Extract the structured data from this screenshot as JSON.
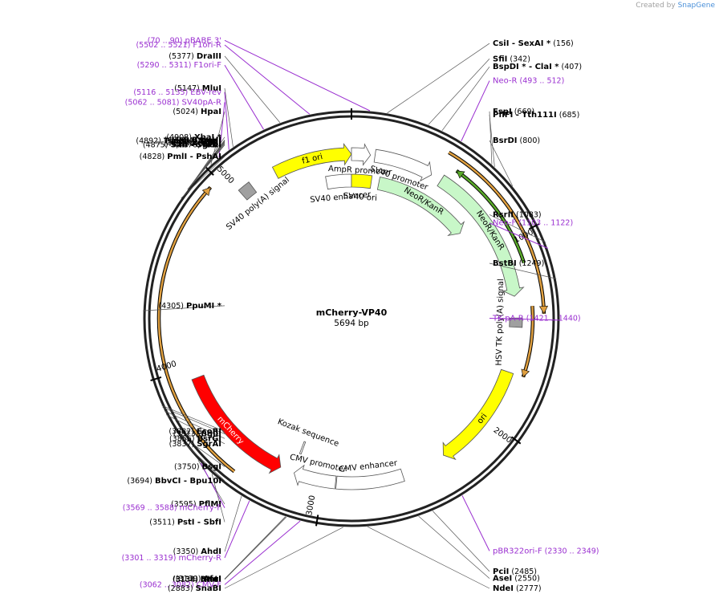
{
  "credit": {
    "prefix": "Created by",
    "brand": "SnapGene"
  },
  "plasmid": {
    "name": "mCherry-VP40",
    "length_text": "5694 bp",
    "length": 5694
  },
  "ticks": [
    {
      "bp": 0,
      "label": ""
    },
    {
      "bp": 1000,
      "label": "1000"
    },
    {
      "bp": 2000,
      "label": "2000"
    },
    {
      "bp": 3000,
      "label": "3000"
    },
    {
      "bp": 4000,
      "label": "4000"
    },
    {
      "bp": 5000,
      "label": "5000"
    }
  ],
  "right_labels": [
    {
      "type": "enzyme",
      "parts": [
        "CsiI",
        "- SexAI *"
      ],
      "pos": "(156)",
      "bp": 156
    },
    {
      "type": "enzyme",
      "parts": [
        "SfiI"
      ],
      "pos": "(342)",
      "bp": 342
    },
    {
      "type": "enzyme",
      "parts": [
        "BspDI *",
        "- ClaI *"
      ],
      "pos": "(407)",
      "bp": 407
    },
    {
      "type": "primer",
      "parts": [
        "Neo-R"
      ],
      "pos": "(493 .. 512)",
      "bp": 502
    },
    {
      "type": "enzyme",
      "parts": [
        "FspI"
      ],
      "pos": "(669)",
      "bp": 669
    },
    {
      "type": "enzyme",
      "parts": [
        "PflFI",
        "- Tth111I"
      ],
      "pos": "(685)",
      "bp": 685
    },
    {
      "type": "enzyme",
      "parts": [
        "BsrDI"
      ],
      "pos": "(800)",
      "bp": 800
    },
    {
      "type": "enzyme",
      "parts": [
        "RsrII"
      ],
      "pos": "(1083)",
      "bp": 1083
    },
    {
      "type": "primer",
      "parts": [
        "Neo-F"
      ],
      "pos": "(1103 .. 1122)",
      "bp": 1112
    },
    {
      "type": "enzyme",
      "parts": [
        "BstBI"
      ],
      "pos": "(1249)",
      "bp": 1249
    },
    {
      "type": "primer",
      "parts": [
        "TK-pA-R"
      ],
      "pos": "(1421 .. 1440)",
      "bp": 1430
    },
    {
      "type": "primer",
      "parts": [
        "pBR322ori-F"
      ],
      "pos": "(2330 .. 2349)",
      "bp": 2340
    },
    {
      "type": "enzyme",
      "parts": [
        "PciI"
      ],
      "pos": "(2485)",
      "bp": 2485
    },
    {
      "type": "enzyme",
      "parts": [
        "AseI"
      ],
      "pos": "(2550)",
      "bp": 2550
    },
    {
      "type": "enzyme",
      "parts": [
        "NdeI"
      ],
      "pos": "(2777)",
      "bp": 2777
    }
  ],
  "left_labels": [
    {
      "type": "primer",
      "parts": [
        "pBABE 3'"
      ],
      "pos": "(70 .. 90)",
      "bp": 80
    },
    {
      "type": "primer",
      "parts": [
        "F1ori-R"
      ],
      "pos": "(5502 .. 5521)",
      "bp": 5511
    },
    {
      "type": "enzyme",
      "parts": [
        "DraIII"
      ],
      "pos": "(5377)",
      "bp": 5377
    },
    {
      "type": "primer",
      "parts": [
        "F1ori-F"
      ],
      "pos": "(5290 .. 5311)",
      "bp": 5300
    },
    {
      "type": "enzyme",
      "parts": [
        "MluI"
      ],
      "pos": "(5147)",
      "bp": 5147
    },
    {
      "type": "primer",
      "parts": [
        "EBV-rev"
      ],
      "pos": "(5116 .. 5135)",
      "bp": 5125
    },
    {
      "type": "primer",
      "parts": [
        "SV40pA-R"
      ],
      "pos": "(5062 .. 5081)",
      "bp": 5071
    },
    {
      "type": "enzyme",
      "parts": [
        "HpaI"
      ],
      "pos": "(5024)",
      "bp": 5024
    },
    {
      "type": "enzyme",
      "parts": [
        "XbaI *"
      ],
      "pos": "(4908)",
      "bp": 4908
    },
    {
      "type": "enzyme",
      "parts": [
        "BamHI"
      ],
      "pos": "(4896)",
      "bp": 4896
    },
    {
      "type": "enzyme",
      "parts": [
        "SmaI"
      ],
      "pos": "(4894)",
      "bp": 4894
    },
    {
      "type": "enzyme",
      "parts": [
        "TspMI",
        "- XmaI"
      ],
      "pos": "(4892)",
      "bp": 4892
    },
    {
      "type": "enzyme",
      "parts": [
        "SacII"
      ],
      "pos": "(4888)",
      "bp": 4888
    },
    {
      "type": "enzyme",
      "parts": [
        "KpnI"
      ],
      "pos": "(4885)",
      "bp": 4885
    },
    {
      "type": "enzyme",
      "parts": [
        "Acc65I"
      ],
      "pos": "(4881)",
      "bp": 4881
    },
    {
      "type": "enzyme",
      "parts": [
        "AccI"
      ],
      "pos": "(4876)",
      "bp": 4876
    },
    {
      "type": "enzyme",
      "parts": [
        "SalI",
        "- SgrDI"
      ],
      "pos": "(4875)",
      "bp": 4875
    },
    {
      "type": "enzyme",
      "parts": [
        "PmlI",
        "- PshAI"
      ],
      "pos": "(4828)",
      "bp": 4828
    },
    {
      "type": "enzyme",
      "parts": [
        "PpuMI *"
      ],
      "pos": "(4305)",
      "bp": 4305
    },
    {
      "type": "enzyme",
      "parts": [
        "EcoRI"
      ],
      "pos": "(3882)",
      "bp": 3882
    },
    {
      "type": "enzyme",
      "parts": [
        "BglII"
      ],
      "pos": "(3873)",
      "bp": 3873
    },
    {
      "type": "enzyme",
      "parts": [
        "BsrGI"
      ],
      "pos": "(3856)",
      "bp": 3856
    },
    {
      "type": "enzyme",
      "parts": [
        "SgrAI"
      ],
      "pos": "(3837)",
      "bp": 3837
    },
    {
      "type": "enzyme",
      "parts": [
        "BsgI"
      ],
      "pos": "(3750)",
      "bp": 3750
    },
    {
      "type": "enzyme",
      "parts": [
        "BbvCI",
        "- Bpu10I"
      ],
      "pos": "(3694)",
      "bp": 3694
    },
    {
      "type": "enzyme",
      "parts": [
        "PflMI"
      ],
      "pos": "(3595)",
      "bp": 3595
    },
    {
      "type": "primer",
      "parts": [
        "mCherry-F"
      ],
      "pos": "(3569 .. 3588)",
      "bp": 3578
    },
    {
      "type": "enzyme",
      "parts": [
        "PstI",
        "- SbfI"
      ],
      "pos": "(3511)",
      "bp": 3511
    },
    {
      "type": "enzyme",
      "parts": [
        "AhdI"
      ],
      "pos": "(3350)",
      "bp": 3350
    },
    {
      "type": "primer",
      "parts": [
        "mCherry-R"
      ],
      "pos": "(3301 .. 3319)",
      "bp": 3310
    },
    {
      "type": "enzyme",
      "parts": [
        "AfeI"
      ],
      "pos": "(3139)",
      "bp": 3139
    },
    {
      "type": "enzyme",
      "parts": [
        "BmtI"
      ],
      "pos": "(3138)",
      "bp": 3138
    },
    {
      "type": "enzyme",
      "parts": [
        "NheI"
      ],
      "pos": "(3134)",
      "bp": 3134
    },
    {
      "type": "primer",
      "parts": [
        "CMV-F"
      ],
      "pos": "(3062 .. 3082)",
      "bp": 3072
    },
    {
      "type": "enzyme",
      "parts": [
        "SnaBI"
      ],
      "pos": "(2883)",
      "bp": 2883
    }
  ],
  "features": [
    {
      "name": "f1 ori",
      "label": "f1 ori",
      "kind": "arrow",
      "dir": 1,
      "start": 5258,
      "end": 5694,
      "lane": 0,
      "color": "#ffff00",
      "label_mode": "inside"
    },
    {
      "name": "AmpR promoter",
      "label": "AmpR promoter",
      "kind": "arrow",
      "dir": 1,
      "start": 0,
      "end": 105,
      "lane": 0,
      "color": "#ffffff",
      "label_mode": "inner"
    },
    {
      "name": "SV40 promoter",
      "label": "SV40 promoter",
      "kind": "arrow",
      "dir": 1,
      "start": 130,
      "end": 460,
      "lane": 0,
      "color": "#ffffff",
      "label_mode": "inner"
    },
    {
      "name": "NeoR/KanR",
      "label": "NeoR/KanR",
      "kind": "arrow",
      "dir": 1,
      "start": 520,
      "end": 1300,
      "lane": 0,
      "color": "#c8f7c8",
      "label_mode": "inside"
    },
    {
      "name": "SV40 enhancer",
      "label": "SV40 enhancer",
      "kind": "box",
      "start": 5530,
      "end": 5694,
      "lane": 1,
      "color": "#ffffff",
      "label_mode": "inner"
    },
    {
      "name": "SV40 ori",
      "label": "SV40 ori",
      "kind": "box",
      "start": 0,
      "end": 130,
      "lane": 1,
      "color": "#ffff00",
      "label_mode": "inner"
    },
    {
      "name": "NeoR/KanR inner",
      "label": "NeoR/KanR",
      "kind": "arrow",
      "dir": 1,
      "start": 180,
      "end": 820,
      "lane": 1,
      "color": "#c8f7c8",
      "label_mode": "inside"
    },
    {
      "name": "HSV TK poly(A) signal",
      "label": "HSV TK poly(A) signal",
      "kind": "box",
      "start": 1420,
      "end": 1470,
      "lane": 0,
      "color": "#a0a0a0",
      "label_mode": "inner"
    },
    {
      "name": "ori",
      "label": "ori",
      "kind": "arrow",
      "dir": 1,
      "start": 1720,
      "end": 2310,
      "lane": 0,
      "color": "#ffff00",
      "label_mode": "inside"
    },
    {
      "name": "CMV enhancer",
      "label": "CMV enhancer",
      "kind": "box",
      "start": 2560,
      "end": 2930,
      "lane": 0,
      "color": "#ffffff",
      "label_mode": "inner"
    },
    {
      "name": "CMV promoter",
      "label": "CMV promoter",
      "kind": "arrow",
      "dir": 1,
      "start": 2935,
      "end": 3170,
      "lane": 0,
      "color": "#ffffff",
      "label_mode": "inner"
    },
    {
      "name": "mCherry",
      "label": "mCherry",
      "kind": "arrow",
      "dir": -1,
      "start": 3250,
      "end": 3940,
      "lane": 0,
      "color": "#ff0000",
      "label_mode": "inside_white"
    },
    {
      "name": "Kozak sequence",
      "label": "Kozak sequence",
      "kind": "box",
      "start": 3170,
      "end": 3180,
      "lane": 1,
      "color": "#ffffff",
      "label_mode": "inner"
    },
    {
      "name": "SV40 poly(A) signal",
      "label": "SV40 poly(A) signal",
      "kind": "box",
      "start": 5040,
      "end": 5110,
      "lane": 0,
      "color": "#a0a0a0",
      "label_mode": "inner"
    }
  ],
  "orfs": [
    {
      "name": "orf-neo-orange",
      "start": 480,
      "end": 1400,
      "dir": 1,
      "r": 240,
      "color": "#e0a040"
    },
    {
      "name": "orf-neo-green",
      "start": 560,
      "end": 1140,
      "dir": -1,
      "r": 226,
      "color": "#5aaa2a"
    },
    {
      "name": "orf-tk",
      "start": 1360,
      "end": 1720,
      "dir": 1,
      "r": 226,
      "color": "#e0a040"
    },
    {
      "name": "orf-mcherry",
      "start": 3440,
      "end": 4950,
      "dir": 1,
      "r": 240,
      "color": "#e0a040"
    }
  ],
  "colors": {
    "enzyme": "#000000",
    "primer": "#9a2fd0",
    "backbone": "#222222"
  }
}
